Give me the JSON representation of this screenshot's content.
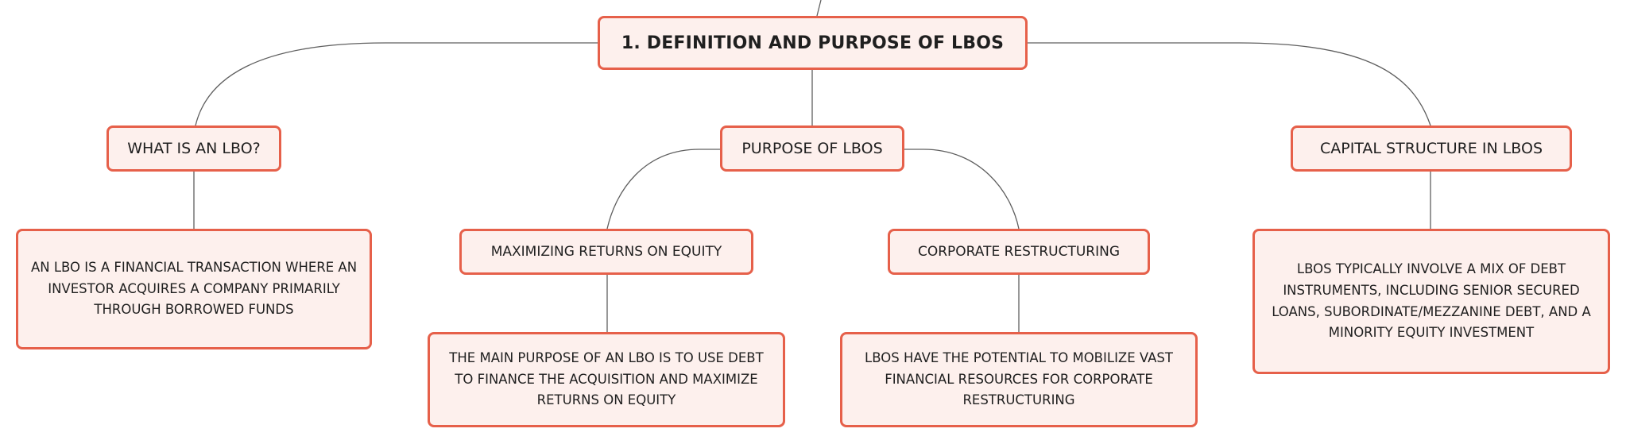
{
  "colors": {
    "node_border": "#e6604a",
    "node_fill": "#fdf0ed",
    "connector": "#5f5f5f",
    "text": "#1f1f1f"
  },
  "diagram": {
    "root": {
      "label": "1. DEFINITION AND PURPOSE OF LBOS"
    },
    "what_is": {
      "label": "WHAT IS AN LBO?",
      "detail": "AN LBO IS A FINANCIAL TRANSACTION WHERE AN INVESTOR ACQUIRES A COMPANY PRIMARILY THROUGH BORROWED FUNDS"
    },
    "purpose": {
      "label": "PURPOSE OF LBOS",
      "children": [
        {
          "label": "MAXIMIZING RETURNS ON EQUITY",
          "detail": "THE MAIN PURPOSE OF AN LBO IS TO USE DEBT TO FINANCE THE ACQUISITION AND MAXIMIZE RETURNS ON EQUITY"
        },
        {
          "label": "CORPORATE RESTRUCTURING",
          "detail": "LBOS HAVE THE POTENTIAL TO MOBILIZE VAST FINANCIAL RESOURCES FOR CORPORATE RESTRUCTURING"
        }
      ]
    },
    "capital": {
      "label": "CAPITAL STRUCTURE IN LBOS",
      "detail": "LBOS TYPICALLY INVOLVE A MIX OF DEBT INSTRUMENTS, INCLUDING SENIOR SECURED LOANS, SUBORDINATE/MEZZANINE DEBT, AND A MINORITY EQUITY INVESTMENT"
    }
  }
}
